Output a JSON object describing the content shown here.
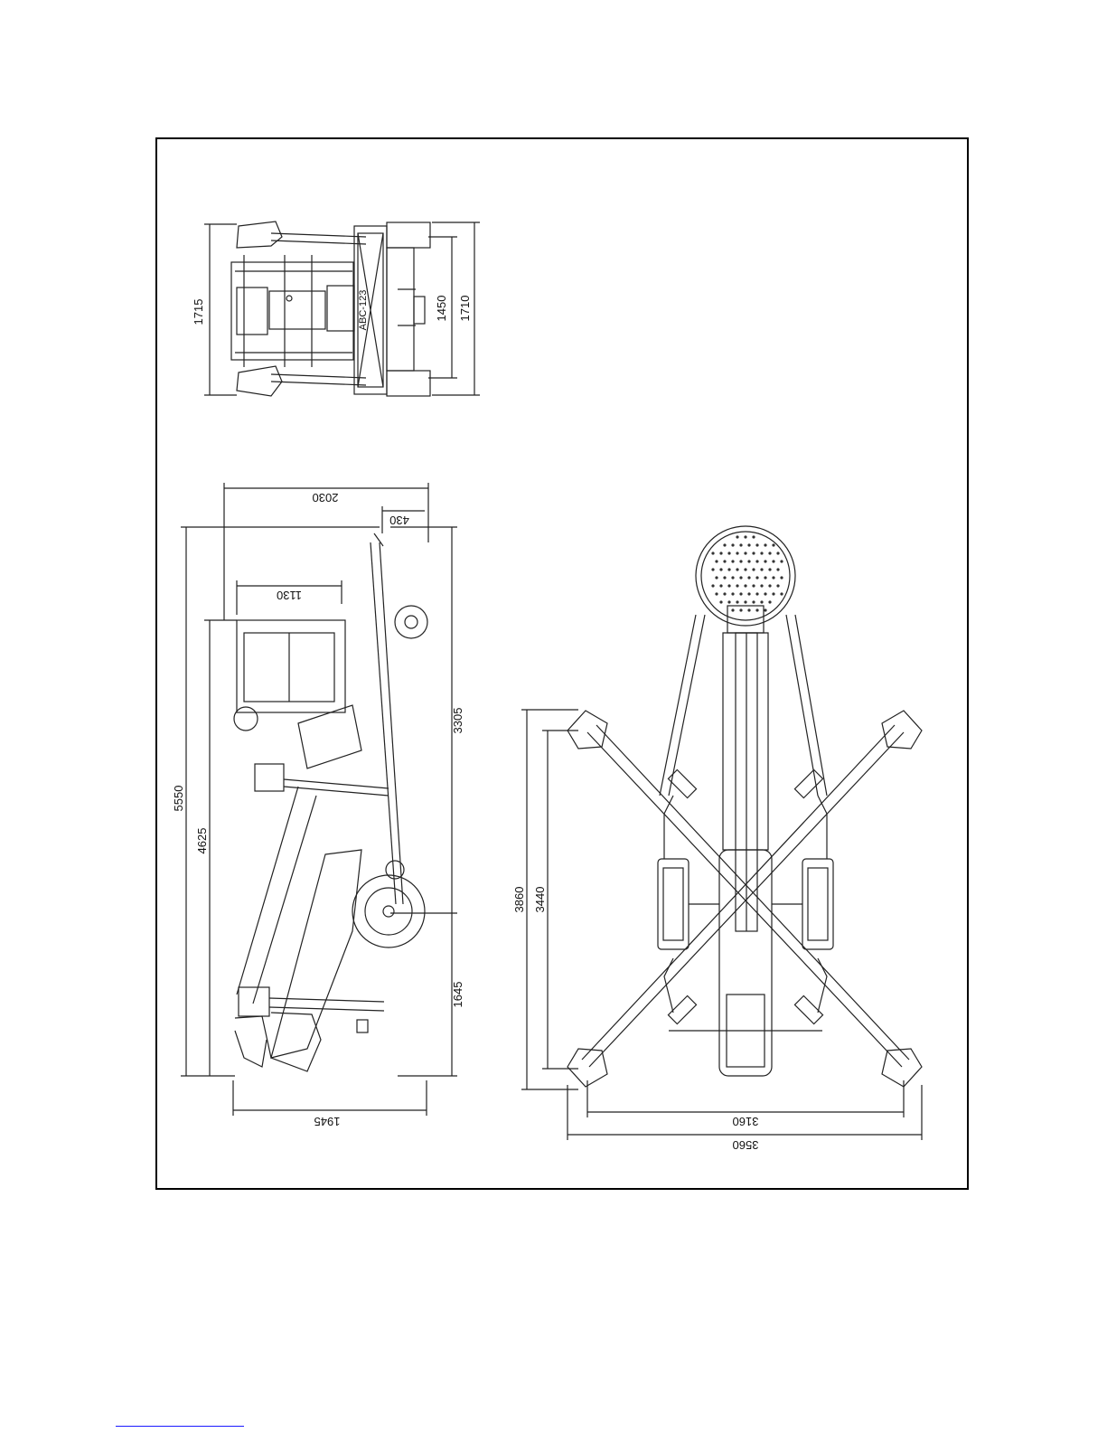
{
  "drawing": {
    "top_view": {
      "plate": "ABC-123",
      "dims": {
        "width_outer": "1715",
        "width_inner": "1450",
        "width_right": "1710"
      }
    },
    "side_view": {
      "dims": {
        "total_length": "5550",
        "length_4625": "4625",
        "height_2030": "2030",
        "offset_430": "430",
        "basket_1130": "1130",
        "length_3305": "3305",
        "length_1645": "1645",
        "width_1945": "1945"
      }
    },
    "plan_view": {
      "dims": {
        "outrigger_3860": "3860",
        "outrigger_3440": "3440",
        "span_3160": "3160",
        "span_3560": "3560"
      }
    }
  }
}
